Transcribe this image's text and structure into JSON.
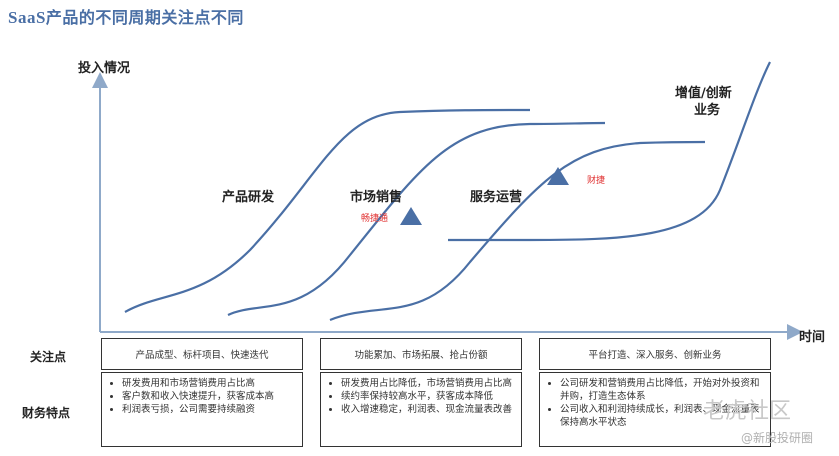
{
  "title": {
    "latin": "SaaS",
    "rest": "产品的不同周期关注点不同"
  },
  "axes": {
    "y_label": "投入情况",
    "x_label": "时间"
  },
  "stages": [
    {
      "name": "产品研发"
    },
    {
      "name": "市场销售"
    },
    {
      "name": "服务运营"
    },
    {
      "name": "增值/创新",
      "name_line2": "业务"
    }
  ],
  "markers": [
    {
      "text": "畅捷通",
      "shape": "triangle",
      "color": "#4a6fa5"
    },
    {
      "text": "财捷",
      "shape": "triangle",
      "color": "#4a6fa5"
    }
  ],
  "rows": {
    "focus_label": "关注点",
    "finance_label": "财务特点"
  },
  "focus": [
    "产品成型、标杆项目、快速迭代",
    "功能累加、市场拓展、抢占份额",
    "平台打造、深入服务、创新业务"
  ],
  "finance": [
    [
      "研发费用和市场营销费用占比高",
      "客户数和收入快速提升，获客成本高",
      "利润表亏损，公司需要持续融资"
    ],
    [
      "研发费用占比降低，市场营销费用占比高",
      "续约率保持较高水平，获客成本降低",
      "收入增速稳定，利润表、现金流量表改善"
    ],
    [
      "公司研发和营销费用占比降低，开始对外投资和并购，打造生态体系",
      "公司收入和利润持续成长，利润表、现金流量表保持高水平状态"
    ]
  ],
  "watermark": {
    "line1": "老虎社区",
    "line2": "@新股投研圈"
  },
  "colors": {
    "title": "#4a6fa5",
    "curve": "#4a6fa5",
    "marker": "#4a6fa5",
    "marker_text": "#e03030"
  }
}
